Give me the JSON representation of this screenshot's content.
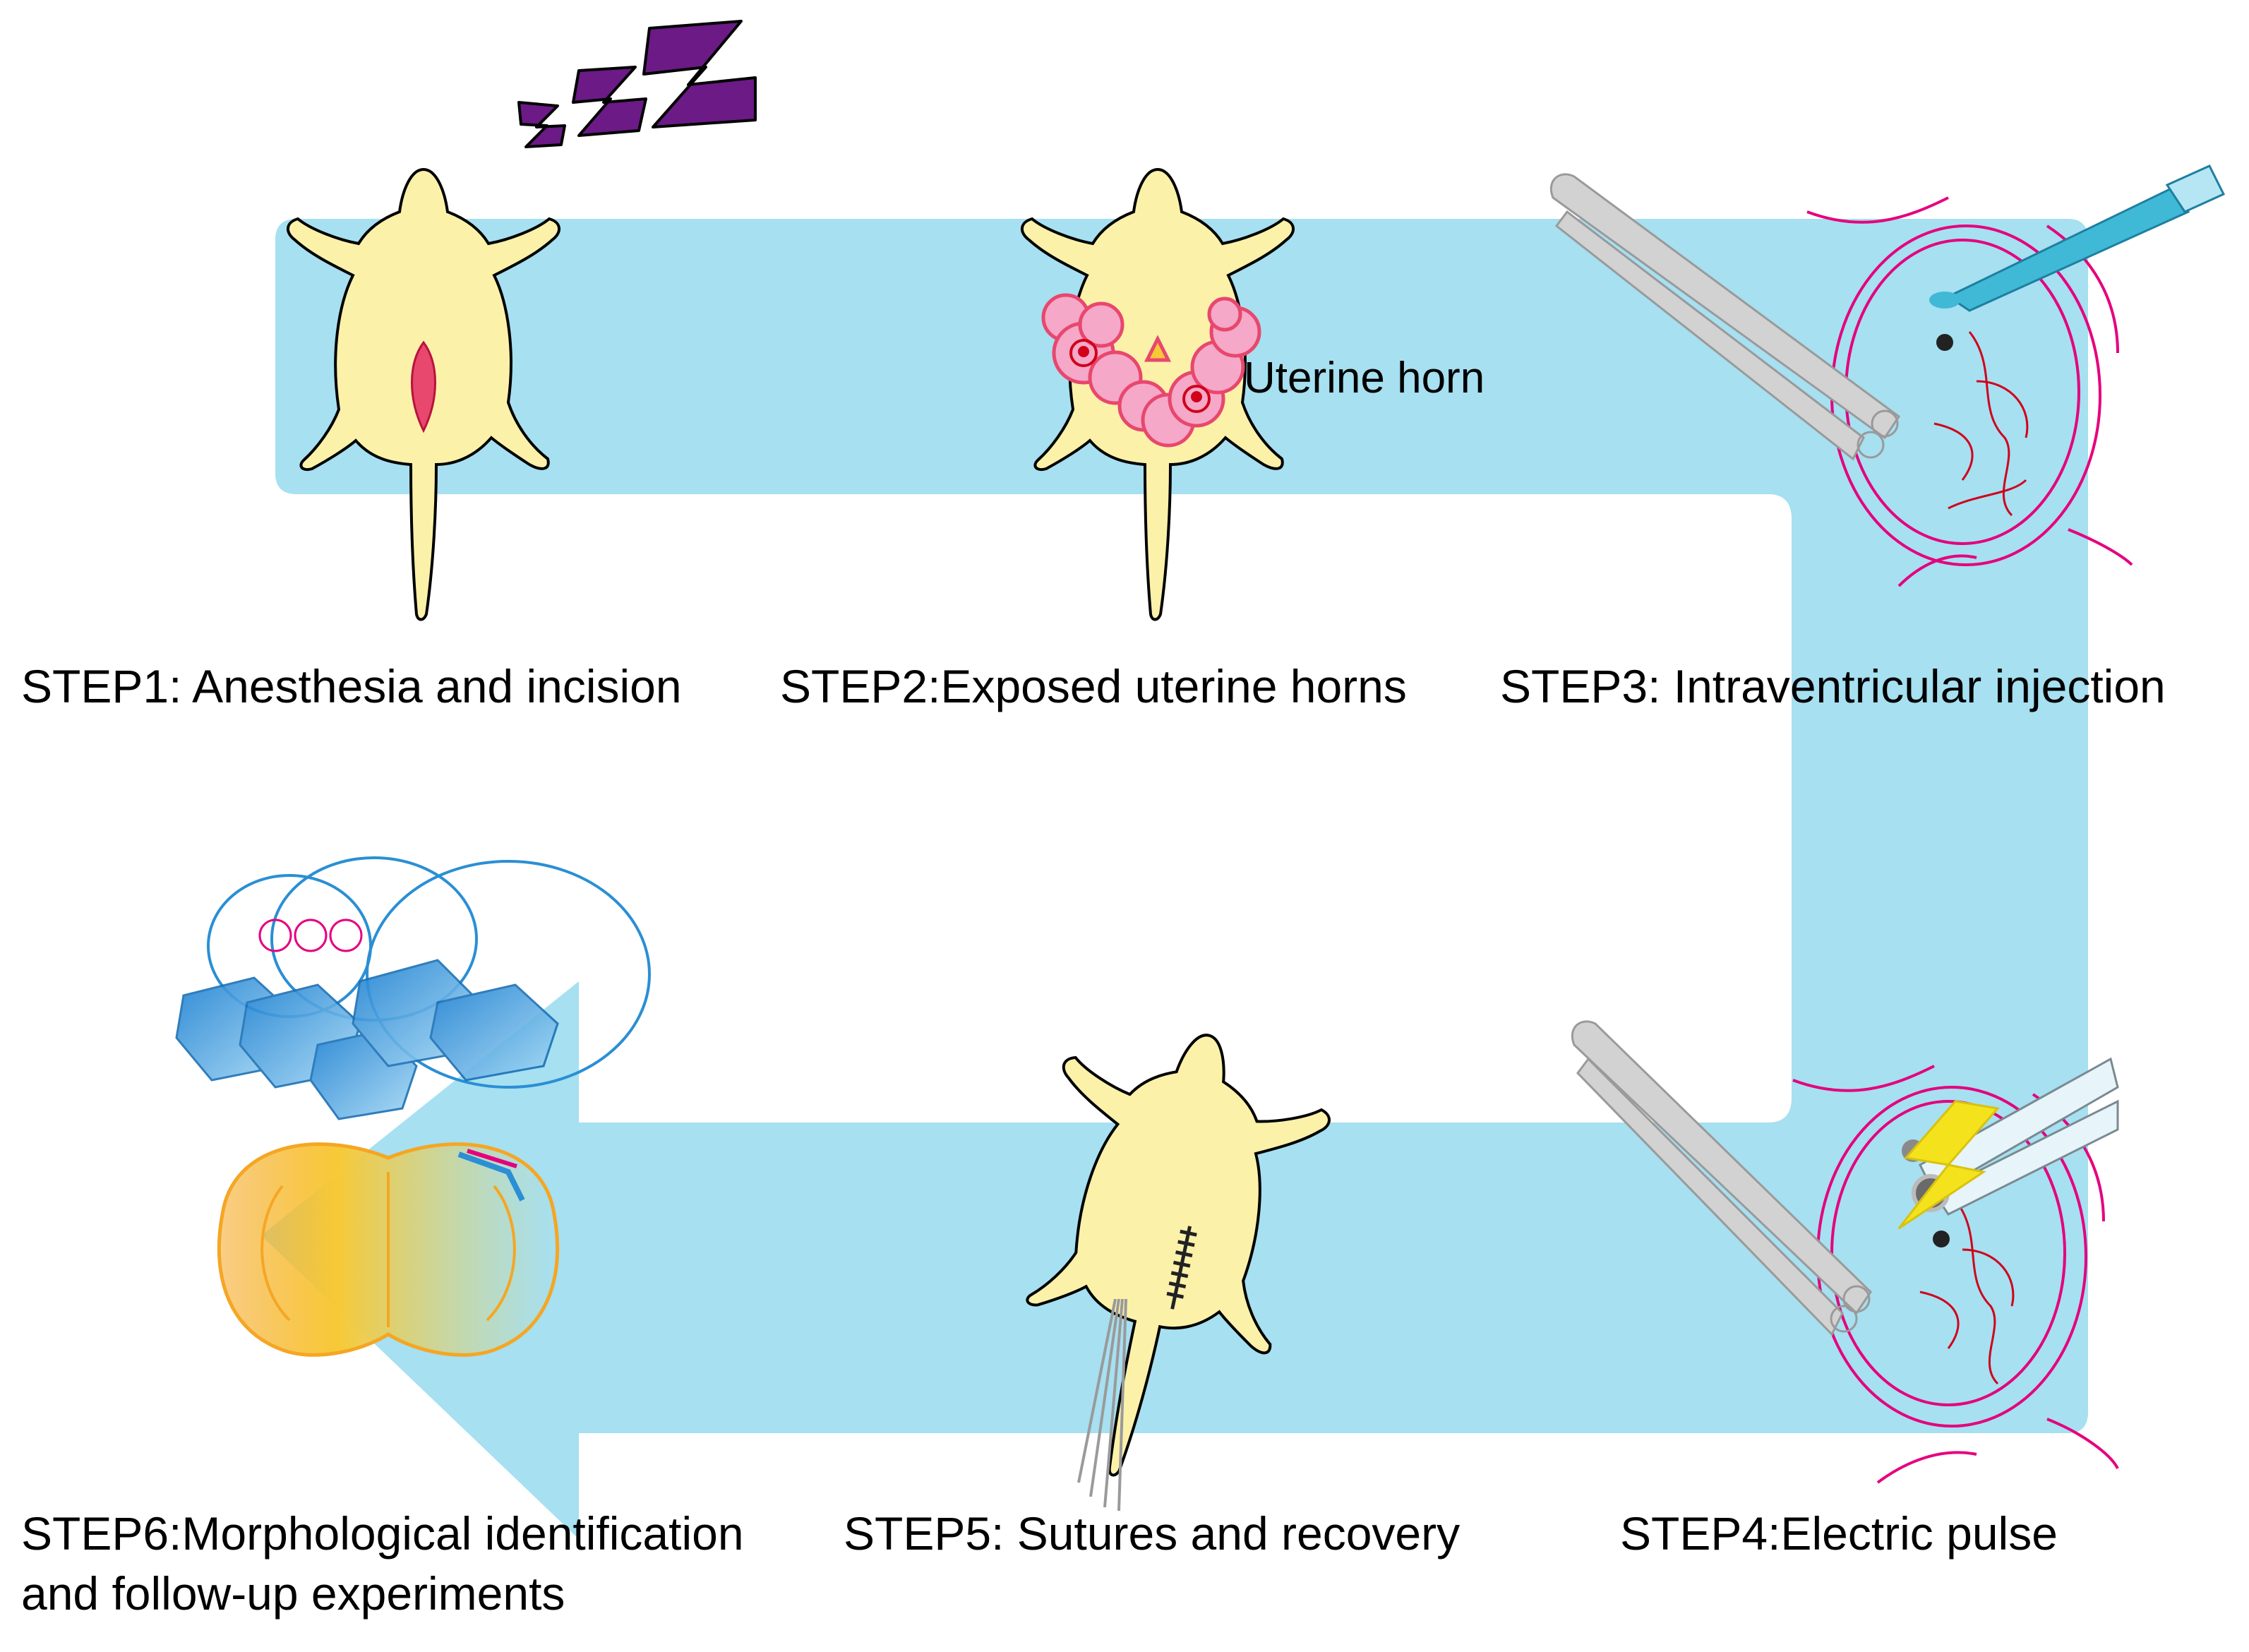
{
  "diagram": {
    "flow_color": "#a6e0f1",
    "steps": [
      {
        "label": "STEP1: Anesthesia and incision"
      },
      {
        "label": "STEP2:Exposed uterine horns"
      },
      {
        "label": "STEP3: Intraventricular injection"
      },
      {
        "label": "STEP4:Electric pulse"
      },
      {
        "label": "STEP5: Sutures and recovery"
      },
      {
        "label_line1": "STEP6:Morphological identification",
        "label_line2": "and follow-up experiments"
      }
    ],
    "annotations": {
      "uterine_horn": "Uterine horn"
    },
    "colors": {
      "mouse_body": "#fbf1a9",
      "incision": "#e8476e",
      "uterus": "#f6a8c8",
      "embryo_outline": "#e5007e",
      "vessels": "#d0021b",
      "forceps": "#d2d2d2",
      "pipette": "#3fb9d6",
      "sleep_z": "#6b1a86",
      "spark": "#f4e21c",
      "slices": "#2a8fd4",
      "brain": "#f5b13a"
    },
    "icons": [
      "sleep-z-icon",
      "mouse-icon",
      "forceps-icon",
      "pipette-icon",
      "electrode-icon",
      "lightning-icon",
      "brain-slice-icon",
      "tissue-cube-icon"
    ]
  }
}
